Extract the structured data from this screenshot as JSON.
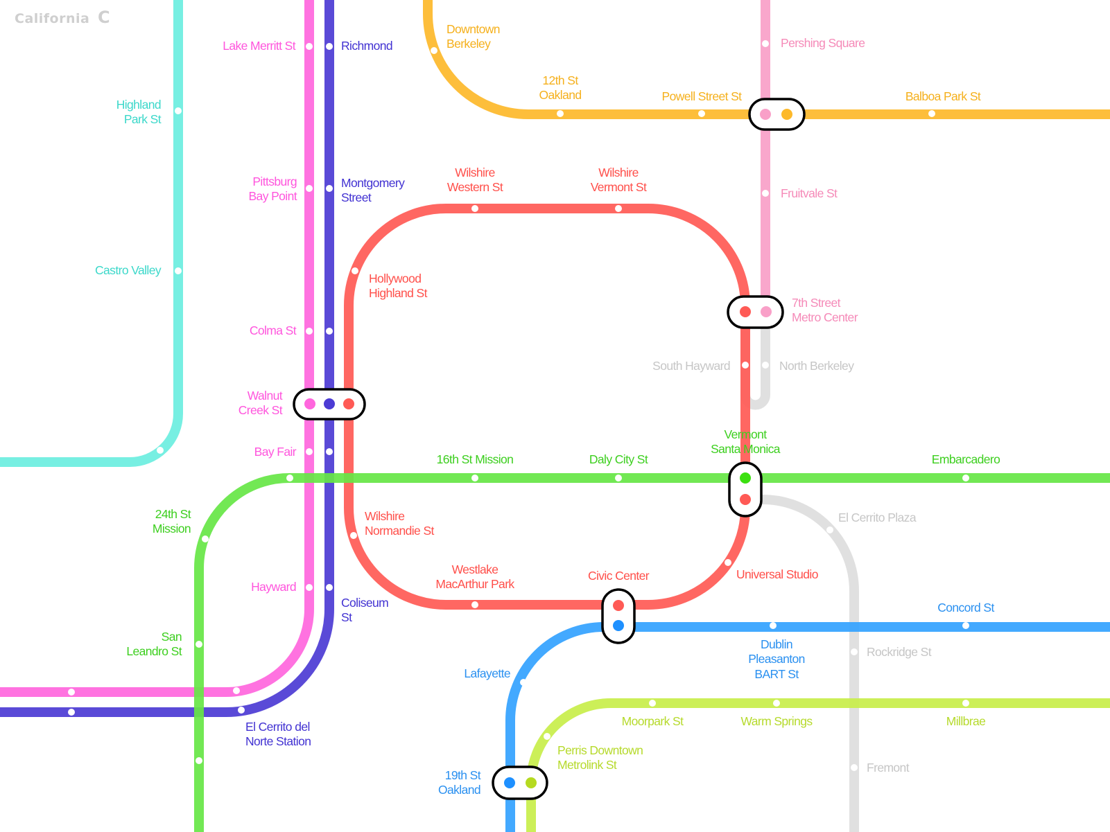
{
  "title": "California",
  "logo_letter": "C",
  "colors": {
    "turquoise": "#6BEEDF",
    "pink": "#FF66DD",
    "indigo": "#4C3BD4",
    "red": "#FF5A55",
    "orange": "#FDB92A",
    "light_pink": "#F9A0C8",
    "green": "#66E645",
    "gray": "#DDDDDD",
    "blue": "#33A2FF",
    "lime": "#C8EE4A"
  },
  "stations": {
    "highland_park": [
      "Highland",
      "Park St"
    ],
    "castro_valley": "Castro Valley",
    "lake_merritt": "Lake Merritt St",
    "pittsburg": [
      "Pittsburg",
      "Bay Point"
    ],
    "colma": "Colma St",
    "walnut_creek": [
      "Walnut",
      "Creek St"
    ],
    "bay_fair": "Bay Fair",
    "hayward": "Hayward",
    "richmond": "Richmond",
    "montgomery": [
      "Montgomery",
      "Street"
    ],
    "coliseum": [
      "Coliseum",
      "St"
    ],
    "el_cerrito_del_norte": [
      "El Cerrito del",
      "Norte Station"
    ],
    "downtown_berkeley": [
      "Downtown",
      "Berkeley"
    ],
    "12th_st": [
      "12th St",
      "Oakland"
    ],
    "powell": "Powell Street St",
    "balboa": "Balboa Park St",
    "pershing": "Pershing Square",
    "fruitvale": "Fruitvale St",
    "7th_street": [
      "7th Street",
      "Metro Center"
    ],
    "wilshire_western": [
      "Wilshire",
      "Western St"
    ],
    "wilshire_vermont": [
      "Wilshire",
      "Vermont St"
    ],
    "hollywood": [
      "Hollywood",
      "Highland St"
    ],
    "wilshire_normandie": [
      "Wilshire",
      "Normandie St"
    ],
    "westlake": [
      "Westlake",
      "MacArthur Park"
    ],
    "civic_center": "Civic Center",
    "universal": "Universal Studio",
    "south_hayward": "South Hayward",
    "north_berkeley": "North Berkeley",
    "el_cerrito_plaza": "El Cerrito Plaza",
    "rockridge": "Rockridge St",
    "fremont": "Fremont",
    "16th_st": "16th St Mission",
    "daly_city": "Daly City St",
    "vermont_sm": [
      "Vermont",
      "Santa Monica"
    ],
    "embarcadero": "Embarcadero",
    "24th_st": [
      "24th St",
      "Mission"
    ],
    "san_leandro": [
      "San",
      "Leandro St"
    ],
    "concord": "Concord St",
    "dublin": [
      "Dublin",
      "Pleasanton",
      "BART St"
    ],
    "lafayette": "Lafayette",
    "19th_st": [
      "19th St",
      "Oakland"
    ],
    "moorpark": "Moorpark St",
    "warm_springs": "Warm Springs",
    "millbrae": "Millbrae",
    "perris": [
      "Perris Downtown",
      "Metrolink St"
    ]
  }
}
